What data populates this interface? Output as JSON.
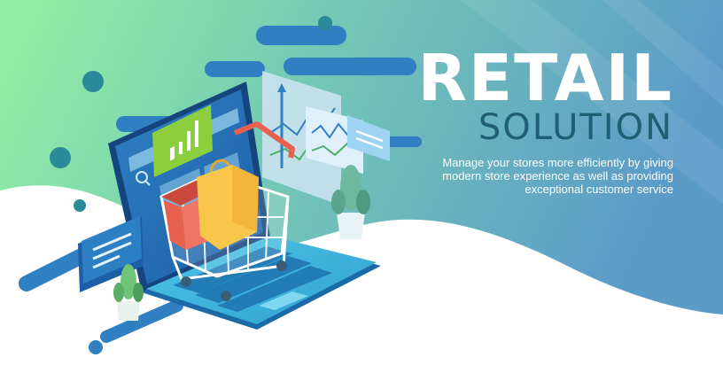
{
  "hero": {
    "title": "RETAIL",
    "subtitle": "SOLUTION",
    "description": [
      "Manage your stores more efficiently by giving",
      "modern store experience as well as providing",
      "exceptional customer service"
    ]
  },
  "colors": {
    "gradient_start": "#8ff0a4",
    "gradient_end": "#5b9ec9",
    "title": "#ffffff",
    "subtitle": "#1f5f74",
    "accent_blue": "#2b7fb8",
    "cart_red": "#e8604e",
    "bag_yellow": "#f7c64a"
  },
  "illustration": {
    "icons": [
      "laptop-icon",
      "shopping-cart-icon",
      "shopping-bag-icon",
      "bar-chart-icon",
      "line-chart-icon",
      "chat-card-icon",
      "plant-icon",
      "magnifier-icon"
    ]
  }
}
